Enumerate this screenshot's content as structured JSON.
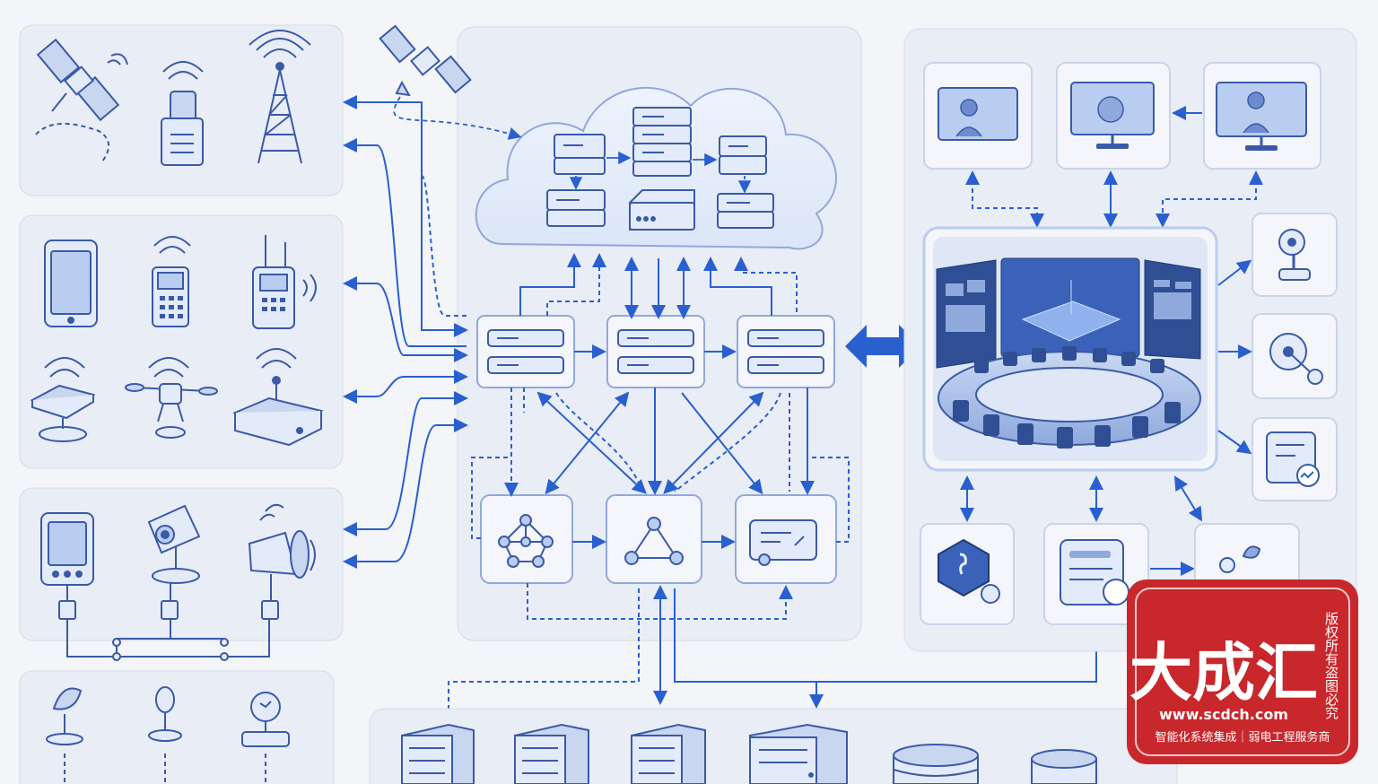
{
  "watermark": {
    "brand": "大成汇",
    "side_text_1": "版权所有",
    "side_text_2": "盗图必究",
    "url": "www.scdch.com",
    "tagline": "智能化系统集成｜弱电工程服务商",
    "color": "#c8272c"
  },
  "colors": {
    "accent": "#2a5fd0",
    "line_dark": "#3a5aa8",
    "panel_fill": "#e9edf5",
    "card_fill": "#f4f6fb"
  },
  "icons": {
    "terminal_panels": [
      [
        "satellite-icon",
        "wifi-beacon-icon",
        "radio-tower-icon"
      ],
      [
        "smartphone-icon",
        "cordless-phone-icon",
        "walkie-talkie-icon",
        "wireless-router-icon",
        "drone-icon",
        "wireless-base-station-icon"
      ],
      [
        "tablet-icon",
        "security-camera-icon",
        "loudspeaker-icon"
      ],
      [
        "dish-antenna-icon",
        "sensor-probe-icon",
        "detector-icon"
      ]
    ],
    "cloud_servers": [
      "cloud-server-1-icon",
      "cloud-server-2-icon",
      "cloud-server-3-icon",
      "cloud-server-4-icon",
      "cloud-server-5-icon",
      "cloud-server-6-icon"
    ],
    "gateways": [
      "gateway-1-icon",
      "gateway-2-icon",
      "gateway-3-icon"
    ],
    "processors": [
      "network-topology-icon",
      "triangle-network-icon",
      "data-card-icon"
    ],
    "displays": [
      "video-monitor-icon",
      "map-monitor-icon",
      "operator-monitor-icon"
    ],
    "side_devices": [
      "webcam-icon",
      "gauge-sensor-icon",
      "document-chart-icon"
    ],
    "bottom_devices": [
      "shield-badge-icon",
      "report-panel-icon",
      "alarm-device-icon"
    ],
    "datacenter": [
      "rack-server-1-icon",
      "rack-server-2-icon",
      "rack-server-3-icon",
      "rack-server-4-icon",
      "database-1-icon",
      "database-2-icon"
    ],
    "control_room": "command-center-icon"
  }
}
